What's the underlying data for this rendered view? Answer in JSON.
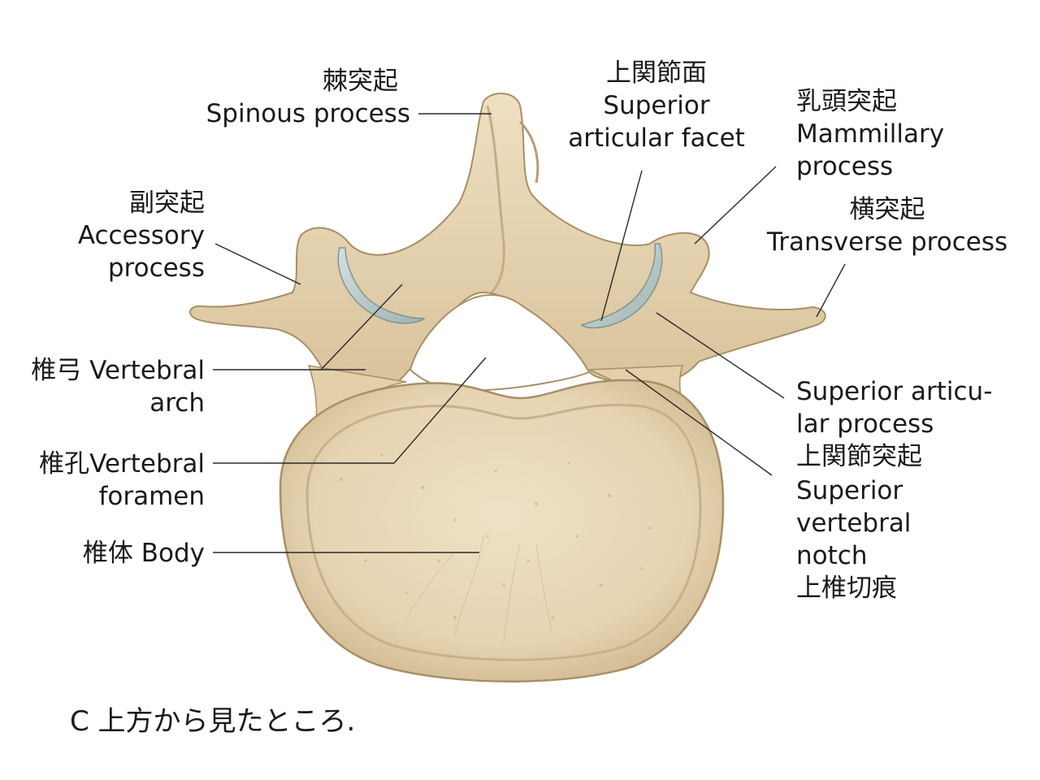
{
  "labels": {
    "spinous": {
      "ja": "棘突起",
      "en": "Spinous process"
    },
    "superior_facet": {
      "ja": "上関節面",
      "en1": "Superior",
      "en2": "articular facet"
    },
    "mammillary": {
      "ja": "乳頭突起",
      "en1": "Mammillary",
      "en2": "process"
    },
    "transverse": {
      "ja": "横突起",
      "en": "Transverse process"
    },
    "accessory": {
      "ja": "副突起",
      "en1": "Accessory",
      "en2": "process"
    },
    "arch": {
      "line1": "椎弓 Vertebral",
      "line2": "arch"
    },
    "foramen": {
      "line1": "椎孔Vertebral",
      "line2": "foramen"
    },
    "body": {
      "line1": "椎体 Body"
    },
    "sup_process": {
      "en1": "Superior articu-",
      "en2": "lar process",
      "ja": "上関節突起"
    },
    "notch": {
      "en1": "Superior",
      "en2": "vertebral",
      "en3": "notch",
      "ja": "上椎切痕"
    }
  },
  "caption": "C 上方から見たところ.",
  "colors": {
    "bone": "#ecdcbe",
    "bone_shade": "#d4bf98",
    "bone_dark": "#b59d73",
    "cartilage": "#b8c9c9",
    "leader": "#2a2a2a",
    "text": "#1a1a1a"
  }
}
